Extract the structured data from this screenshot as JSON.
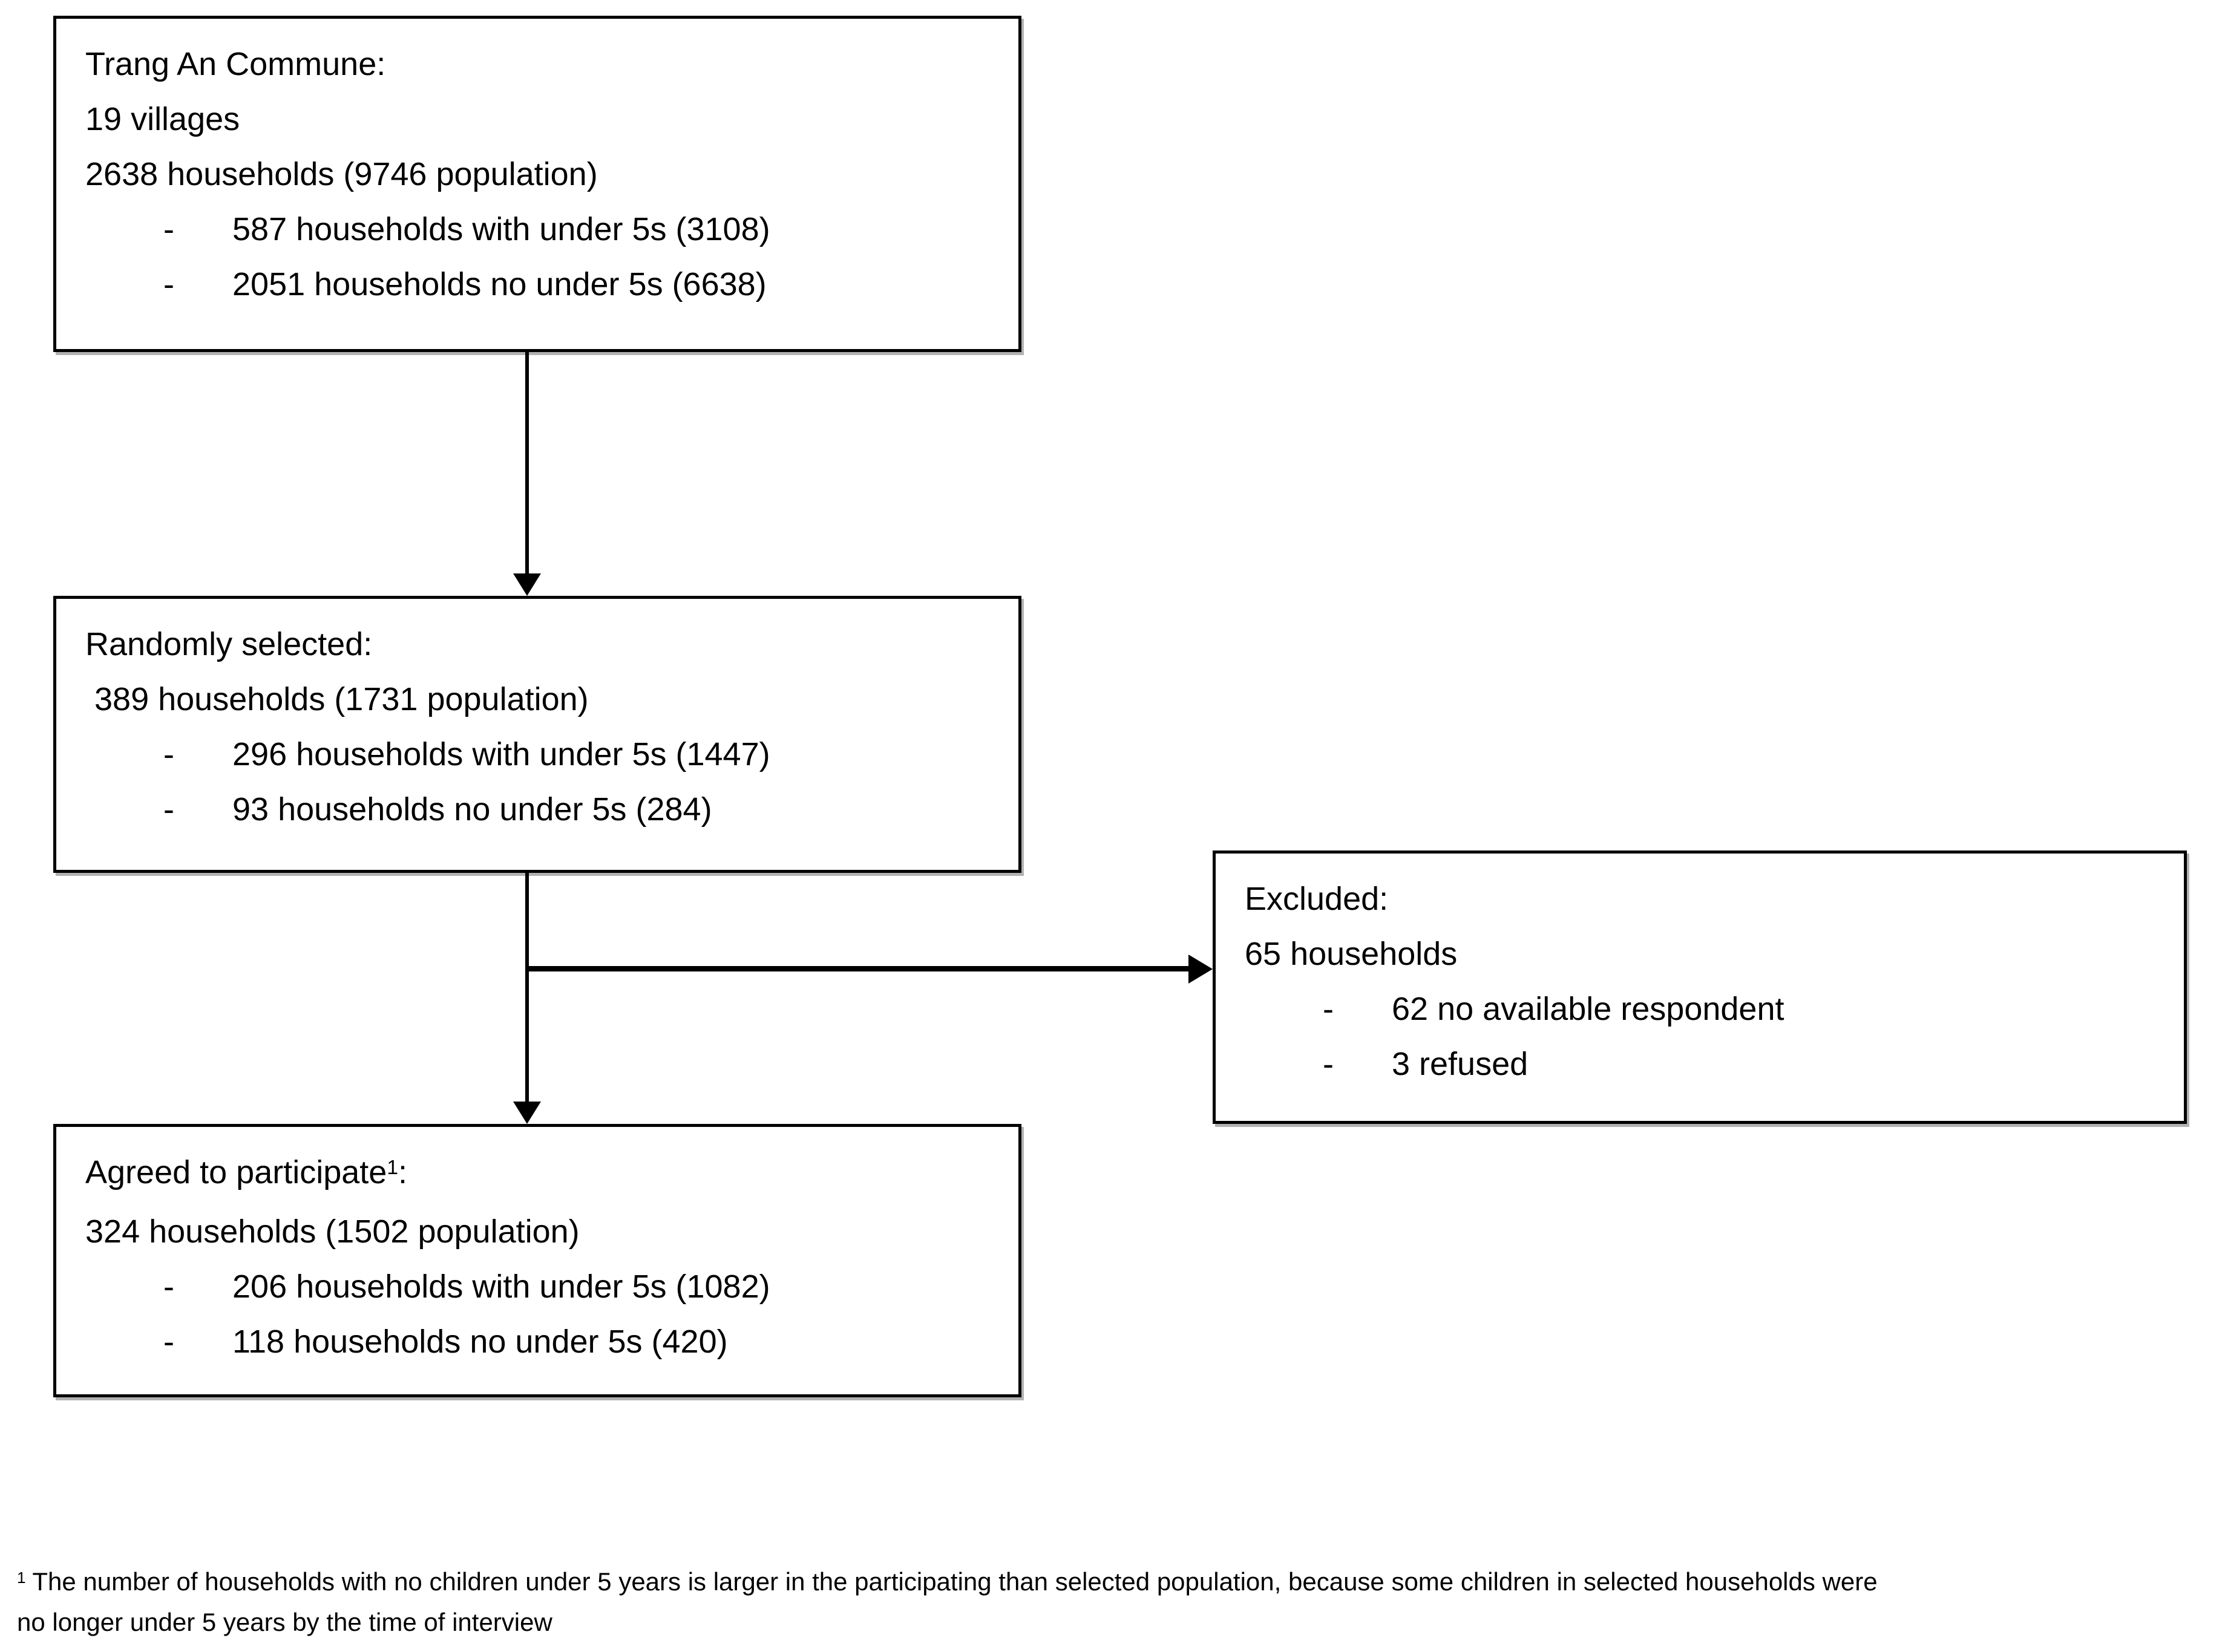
{
  "diagram": {
    "bullet_marker": "-",
    "boxes": {
      "commune": {
        "title": "Trang An Commune:",
        "line2": "19 villages",
        "line3": "2638 households (9746 population)",
        "bullets": [
          "587 households with under 5s (3108)",
          "2051 households no under 5s (6638)"
        ]
      },
      "selected": {
        "title": "Randomly selected:",
        "line2": " 389 households (1731 population)",
        "bullets": [
          "296 households with under 5s (1447)",
          "93 households no under 5s (284)"
        ]
      },
      "excluded": {
        "title": "Excluded:",
        "line2": "65 households",
        "bullets": [
          "62 no available respondent",
          "3 refused"
        ]
      },
      "participated": {
        "title_pre": "Agreed to participate",
        "title_sup": "1",
        "title_post": ":",
        "line2": "324 households (1502 population)",
        "bullets": [
          "206 households with under 5s (1082)",
          "118 households no under 5s (420)"
        ]
      }
    },
    "footnote": {
      "sup": "1",
      "line1": " The number of households with no children under 5 years is larger in the participating than selected population, because some children in selected households were",
      "line2": "no longer under 5 years by the time of interview"
    }
  }
}
